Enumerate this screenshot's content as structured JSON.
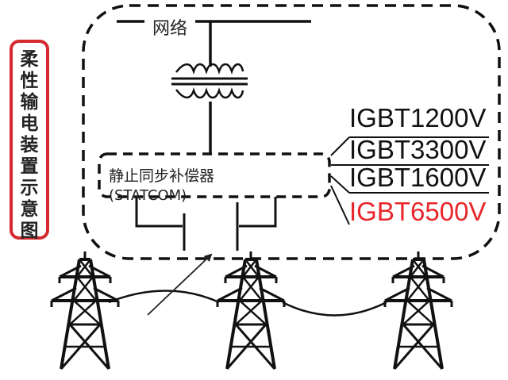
{
  "side_title": {
    "chars": [
      "柔",
      "性",
      "输",
      "电",
      "装",
      "置",
      "示",
      "意",
      "图"
    ]
  },
  "network_label": "网络",
  "statcom": {
    "name_cn": "静止同步补偿器",
    "name_en": "(STATCOM)"
  },
  "igbt_list": [
    {
      "label": "IGBT1200V",
      "color": "#111111"
    },
    {
      "label": "IGBT3300V",
      "color": "#111111"
    },
    {
      "label": "IGBT1600V",
      "color": "#111111"
    },
    {
      "label": "IGBT6500V",
      "color": "#e8262b"
    }
  ],
  "accent_color": "#d42a30",
  "icons": [
    "transformer-icon",
    "transmission-tower-icon"
  ]
}
